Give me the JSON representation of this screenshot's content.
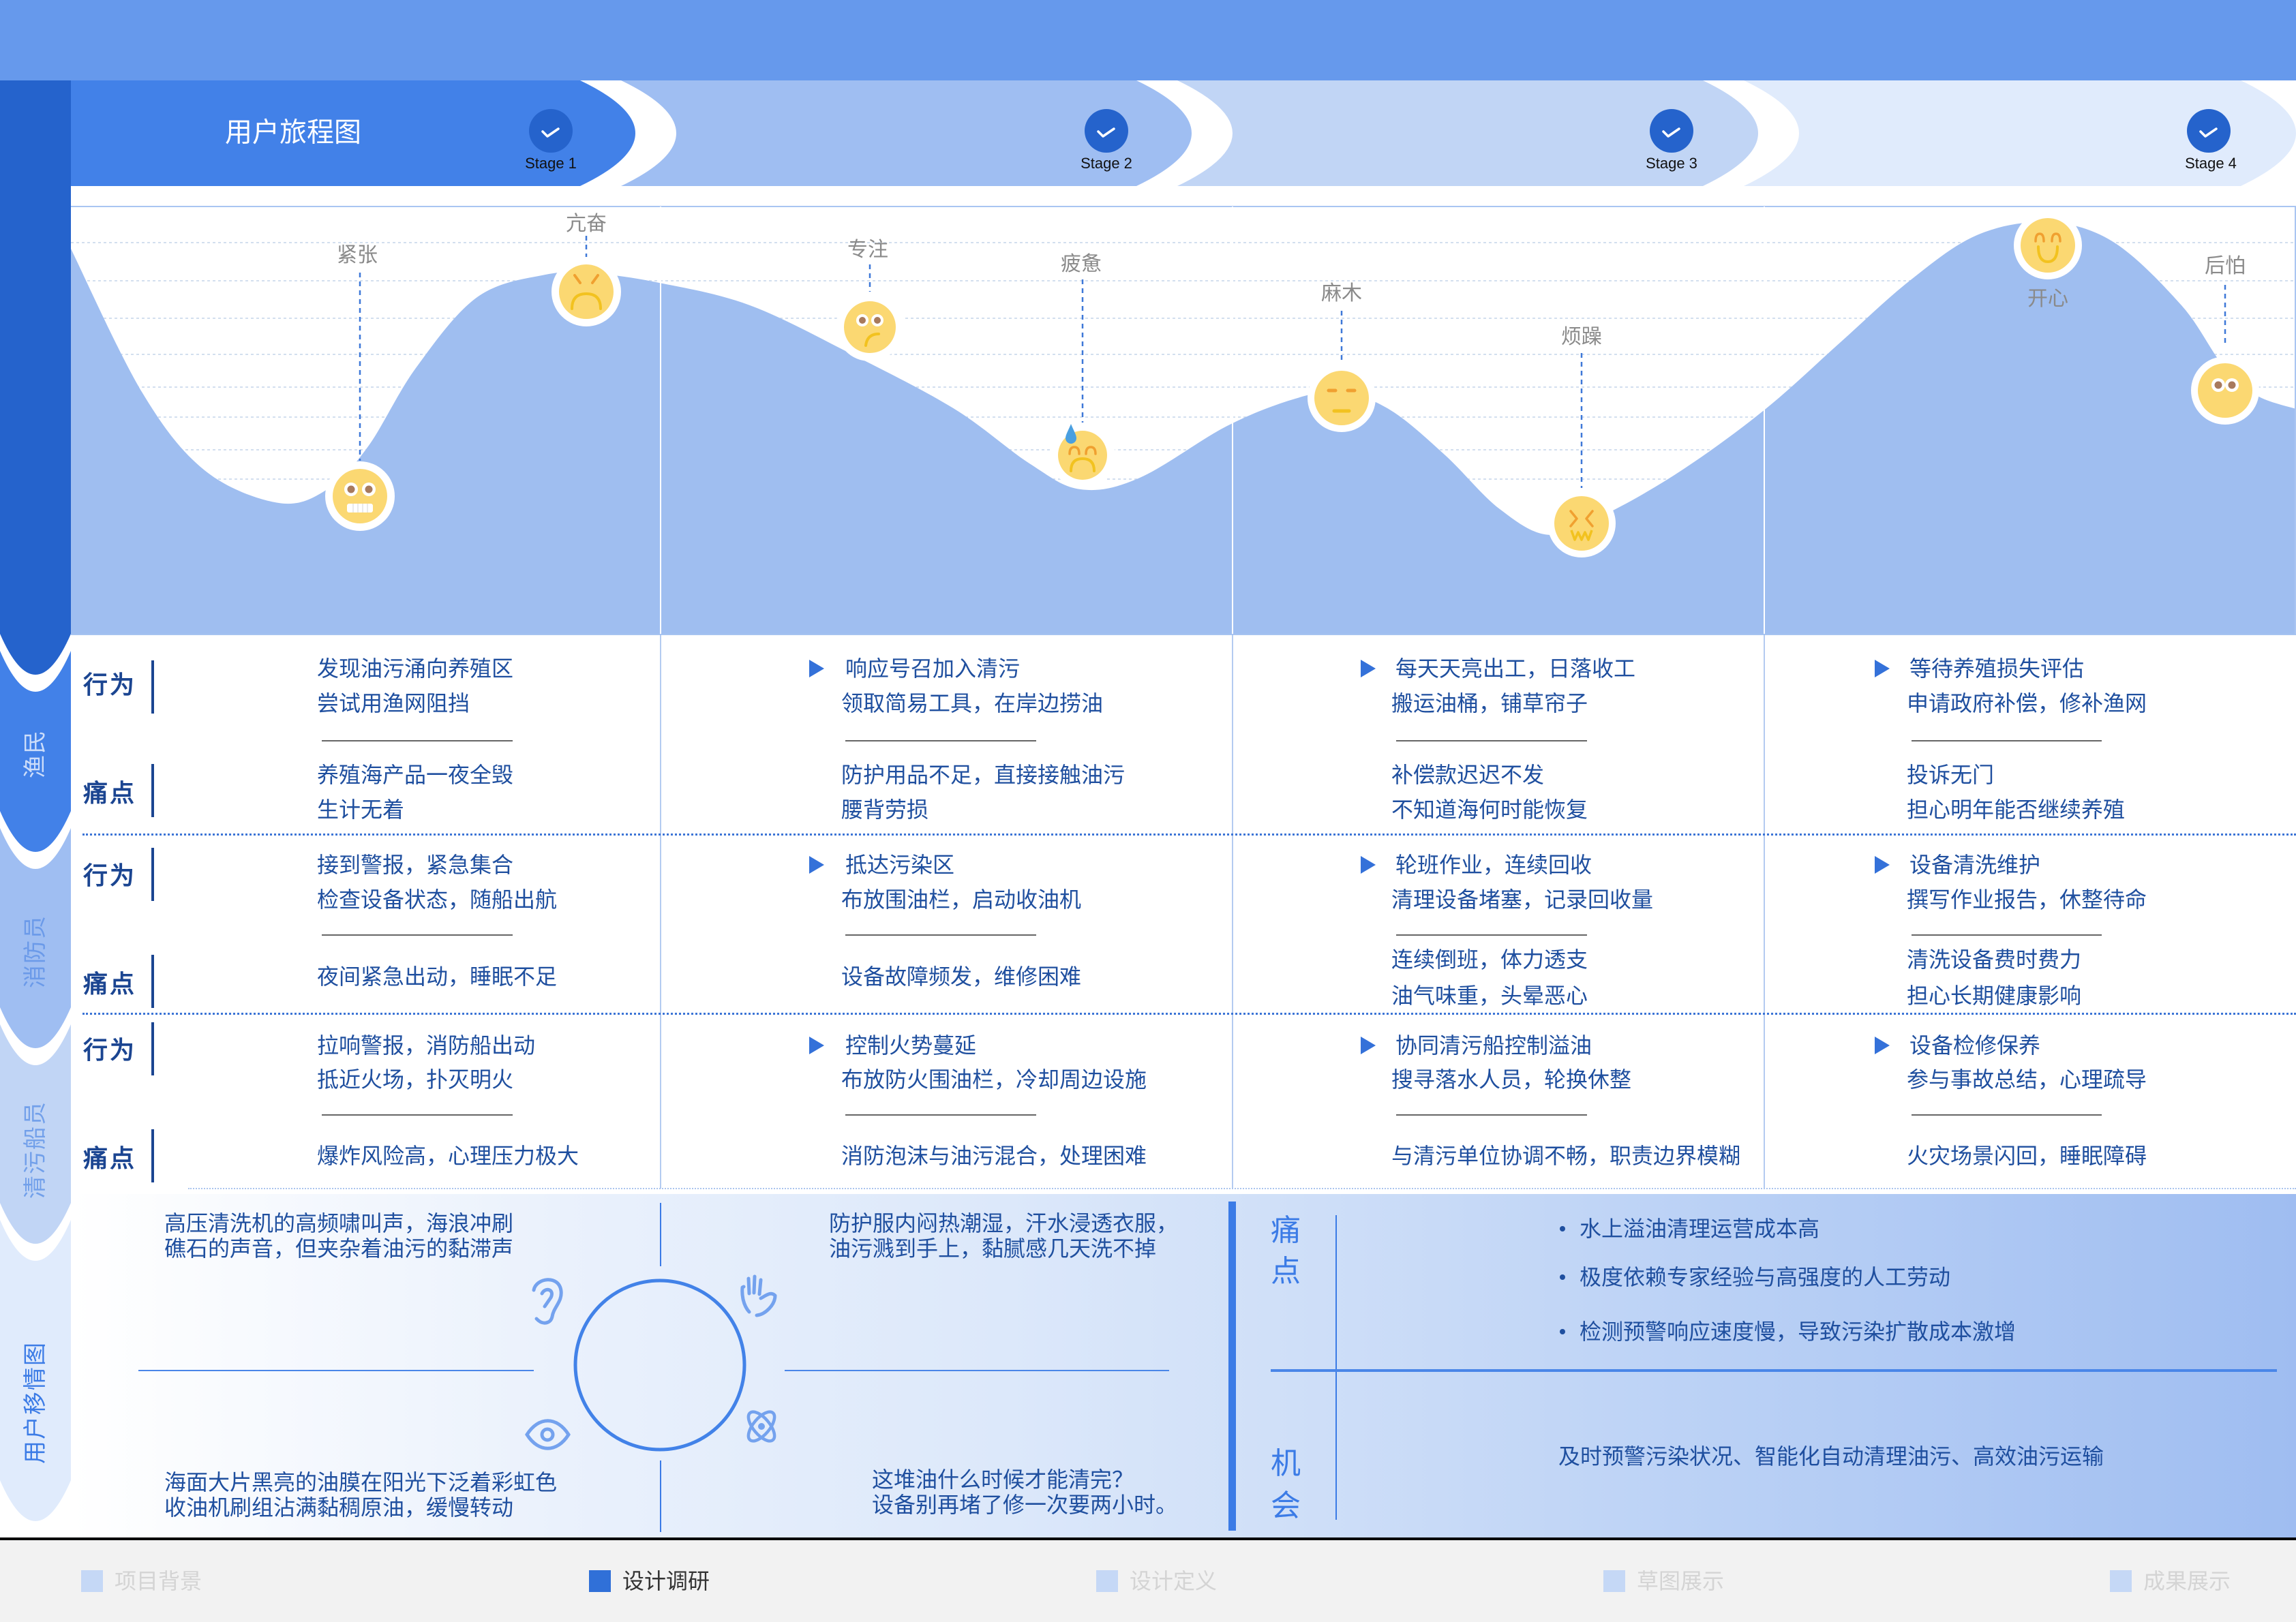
{
  "header": {
    "title": "用户旅程图",
    "stages": [
      {
        "label": "Stage 1",
        "status": "check-icon"
      },
      {
        "label": "Stage 2",
        "status": "check-icon"
      },
      {
        "label": "Stage 3",
        "status": "check-icon"
      },
      {
        "label": "Stage 4",
        "status": "check-icon"
      }
    ]
  },
  "emotions": [
    {
      "label": "紧张",
      "face": "nervous-face-icon"
    },
    {
      "label": "亢奋",
      "face": "angry-face-icon"
    },
    {
      "label": "专注",
      "face": "focused-face-icon"
    },
    {
      "label": "疲惫",
      "face": "tired-sweat-face-icon"
    },
    {
      "label": "麻木",
      "face": "numb-face-icon"
    },
    {
      "label": "烦躁",
      "face": "irritated-face-icon"
    },
    {
      "label": "开心",
      "face": "happy-face-icon"
    },
    {
      "label": "后怕",
      "face": "scared-face-icon"
    }
  ],
  "row_labels": {
    "behavior": "行为",
    "pain": "痛点"
  },
  "personas": [
    {
      "name": "渔民",
      "stages": [
        {
          "behavior": [
            "发现油污涌向养殖区",
            "尝试用渔网阻挡"
          ],
          "pain": [
            "养殖海产品一夜全毁",
            "生计无着"
          ]
        },
        {
          "behavior": [
            "响应号召加入清污",
            "领取简易工具，在岸边捞油"
          ],
          "pain": [
            "防护用品不足，直接接触油污",
            "腰背劳损"
          ]
        },
        {
          "behavior": [
            "每天天亮出工，日落收工",
            "搬运油桶，铺草帘子"
          ],
          "pain": [
            "补偿款迟迟不发",
            "不知道海何时能恢复"
          ]
        },
        {
          "behavior": [
            "等待养殖损失评估",
            "申请政府补偿，修补渔网"
          ],
          "pain": [
            "投诉无门",
            "担心明年能否继续养殖"
          ]
        }
      ]
    },
    {
      "name": "消防员",
      "stages": [
        {
          "behavior": [
            "接到警报，紧急集合",
            "检查设备状态，随船出航"
          ],
          "pain": [
            "夜间紧急出动，睡眠不足"
          ]
        },
        {
          "behavior": [
            "抵达污染区",
            "布放围油栏，启动收油机"
          ],
          "pain": [
            "设备故障频发，维修困难"
          ]
        },
        {
          "behavior": [
            "轮班作业，连续回收",
            "清理设备堵塞，记录回收量"
          ],
          "pain": [
            "连续倒班，体力透支",
            "油气味重，头晕恶心"
          ]
        },
        {
          "behavior": [
            "设备清洗维护",
            "撰写作业报告，休整待命"
          ],
          "pain": [
            "清洗设备费时费力",
            "担心长期健康影响"
          ]
        }
      ]
    },
    {
      "name": "清污船员",
      "stages": [
        {
          "behavior": [
            "拉响警报，消防船出动",
            "抵近火场，扑灭明火"
          ],
          "pain": [
            "爆炸风险高，心理压力极大"
          ]
        },
        {
          "behavior": [
            "控制火势蔓延",
            "布放防火围油栏，冷却周边设施"
          ],
          "pain": [
            "消防泡沫与油污混合，处理困难"
          ]
        },
        {
          "behavior": [
            "协同清污船控制溢油",
            "搜寻落水人员，轮换休整"
          ],
          "pain": [
            "与清污单位协调不畅，职责边界模糊"
          ]
        },
        {
          "behavior": [
            "设备检修保养",
            "参与事故总结，心理疏导"
          ],
          "pain": [
            "火灾场景闪回，睡眠障碍"
          ]
        }
      ]
    }
  ],
  "empathy_map": {
    "title": "用户移情图",
    "hear": [
      "高压清洗机的高频啸叫声，海浪冲刷",
      "礁石的声音，但夹杂着油污的黏滞声"
    ],
    "feel": [
      "防护服内闷热潮湿，汗水浸透衣服，",
      "油污溅到手上，黏腻感几天洗不掉"
    ],
    "see": [
      "海面大片黑亮的油膜在阳光下泛着彩虹色",
      "收油机刷组沾满黏稠原油，缓慢转动"
    ],
    "think": [
      "这堆油什么时候才能清完？",
      "设备别再堵了修一次要两小时。"
    ],
    "icons": [
      "ear-icon",
      "hand-icon",
      "eye-icon",
      "atom-icon"
    ]
  },
  "insights": {
    "pain_label": [
      "痛",
      "点"
    ],
    "pain_items": [
      "水上溢油清理运营成本高",
      "极度依赖专家经验与高强度的人工劳动",
      "检测预警响应速度慢，导致污染扩散成本激增"
    ],
    "opportunity_label": [
      "机",
      "会"
    ],
    "opportunity": "及时预警污染状况、智能化自动清理油污、高效油污运输"
  },
  "nav": {
    "active_index": 1,
    "items": [
      {
        "label": "项目背景"
      },
      {
        "label": "设计调研"
      },
      {
        "label": "设计定义"
      },
      {
        "label": "草图展示"
      },
      {
        "label": "成果展示"
      }
    ]
  },
  "colors": {
    "top_band": "#6699EC",
    "sidebar_dark": "#2563CC",
    "stage_1": "#4281E8",
    "stage_2": "#9FBEF2",
    "stage_3": "#C1D5F5",
    "stage_4": "#E0EBFC",
    "curve_fill": "#9FBEF0",
    "emoji_face": "#FBD872",
    "text_primary": "#1F4F9F",
    "label_dark": "#1B4591",
    "accent": "#3B7BE6",
    "nav_bg": "#F2F2F2"
  }
}
